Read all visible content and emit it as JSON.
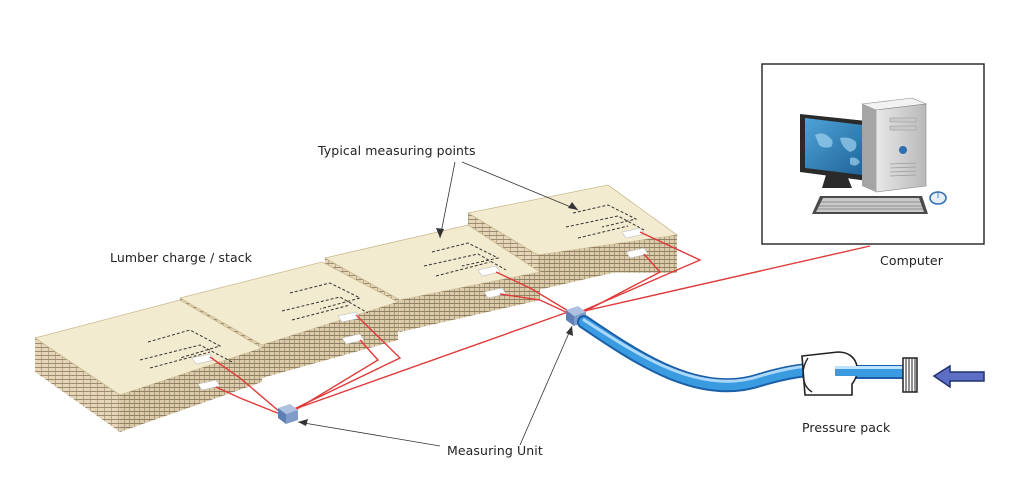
{
  "labels": {
    "measuring_points": "Typical measuring points",
    "lumber": "Lumber charge / stack",
    "computer": "Computer",
    "measuring_unit": "Measuring Unit",
    "pressure_pack": "Pressure pack"
  },
  "colors": {
    "stack_top": "#f3ebcf",
    "stack_side": "#e6d6b6",
    "stack_lines": "#8a7a62",
    "wire": "#e03a3a",
    "hose": "#2f8fd6",
    "unit": "#7f9cc8",
    "arrow": "#3a4fa8"
  },
  "icons": [
    "computer-monitor-icon",
    "computer-tower-icon",
    "keyboard-icon",
    "mouse-icon",
    "fan-icon",
    "arrow-right-icon"
  ]
}
